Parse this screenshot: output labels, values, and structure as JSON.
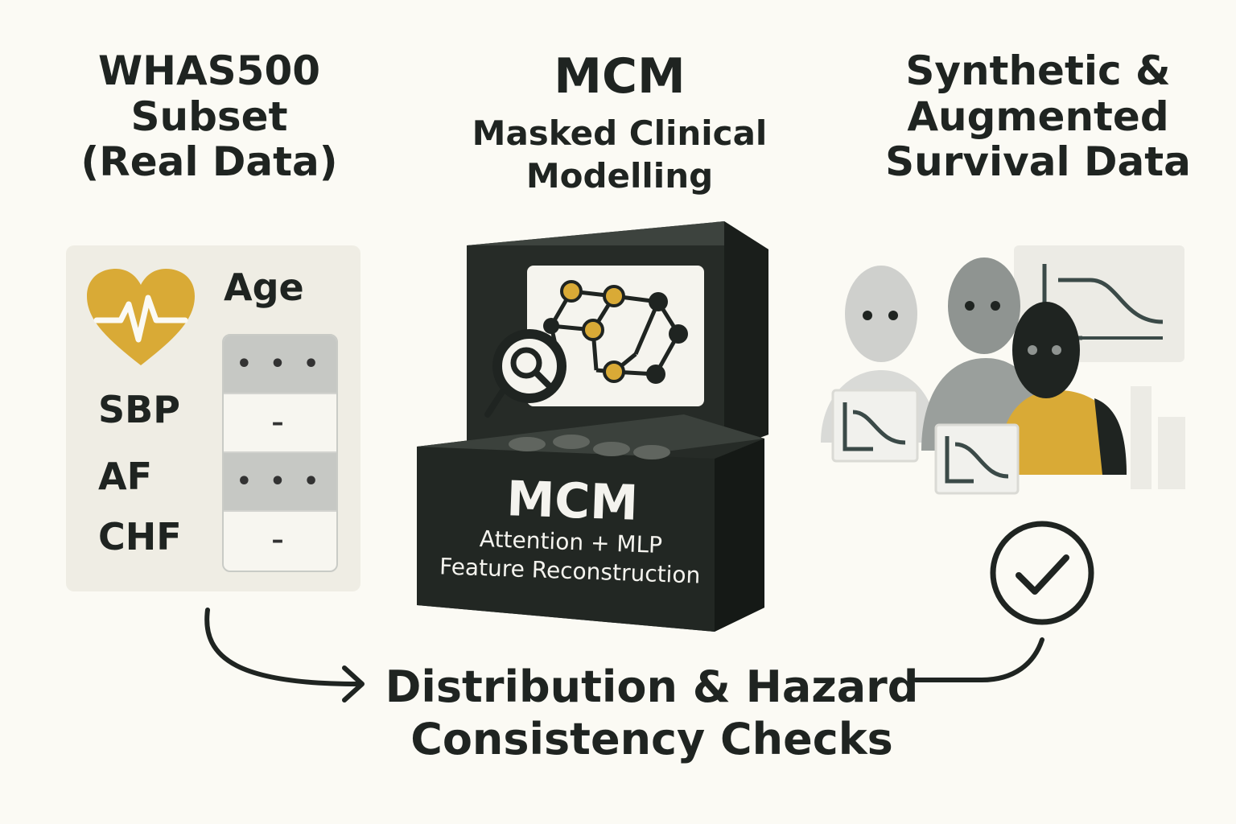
{
  "left": {
    "title_lines": [
      "WHAS500",
      "Subset",
      "(Real Data)"
    ],
    "header": "Age",
    "features": [
      "SBP",
      "AF",
      "CHF"
    ],
    "cells": [
      "• • •",
      "–",
      "• • •",
      "–"
    ],
    "icon": "heart-pulse-icon"
  },
  "middle": {
    "title": "MCM",
    "subtitle_lines": [
      "Masked Clinical",
      "Modelling"
    ],
    "box_title": "MCM",
    "box_line1": "Attention + MLP",
    "box_line2": "Feature Reconstruction",
    "screen_icon": "network-graph-icon",
    "magnifier_icon": "magnifier-icon"
  },
  "right": {
    "title_lines": [
      "Synthetic &",
      "Augmented",
      "Survival Data"
    ],
    "people_icon": "people-icon",
    "curve_icon": "survival-curve-icon",
    "check_icon": "checkmark-circle-icon"
  },
  "bottom": {
    "title_lines": [
      "Distribution & Hazard",
      "Consistency Checks"
    ]
  },
  "colors": {
    "background": "#fbfaf4",
    "dark": "#1f2421",
    "accent_gold": "#d9aa36",
    "panel": "#efede4",
    "gray": "#b9bbb8"
  }
}
